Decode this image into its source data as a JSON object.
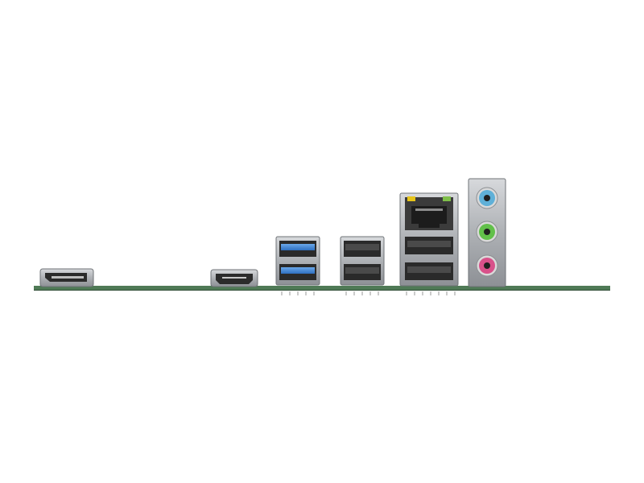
{
  "scene": {
    "subject": "motherboard-rear-io-panel",
    "colors": {
      "background": "#ffffff",
      "pcb": "#4f7a56",
      "metal": "#a9acb0",
      "metal_dark": "#6f7377",
      "usb3_blue": "#3f86d6",
      "usb2_black": "#2a2a2a",
      "lan_led_yellow": "#e6c419",
      "lan_led_green": "#7fbf4a",
      "audio_blue": "#5fb0d8",
      "audio_green": "#62c04a",
      "audio_pink": "#d8518a"
    },
    "ports": [
      {
        "name": "displayport",
        "icon": "displayport-icon"
      },
      {
        "name": "hdmi",
        "icon": "hdmi-icon"
      },
      {
        "name": "usb3-stack",
        "icon": "usb3-icon",
        "count": 2
      },
      {
        "name": "usb2-stack",
        "icon": "usb2-icon",
        "count": 2
      },
      {
        "name": "lan-usb-stack",
        "icon": "rj45-icon",
        "usb_count": 2
      },
      {
        "name": "audio-jacks",
        "icon": "audio-jack-icon",
        "count": 3
      }
    ]
  }
}
